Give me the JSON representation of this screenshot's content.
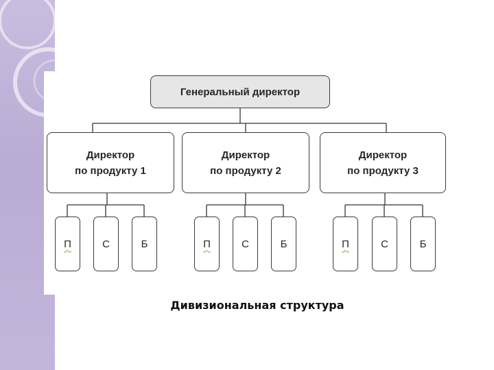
{
  "diagram": {
    "root": {
      "label": "Генеральный директор"
    },
    "directors": [
      {
        "label": "Директор\nпо продукту 1",
        "departments": [
          "П",
          "С",
          "Б"
        ]
      },
      {
        "label": "Директор\nпо продукту 2",
        "departments": [
          "П",
          "С",
          "Б"
        ]
      },
      {
        "label": "Директор\nпо продукту 3",
        "departments": [
          "П",
          "С",
          "Б"
        ]
      }
    ],
    "caption": "Дивизиональная структура"
  },
  "colors": {
    "band": "#c3b6dc",
    "box_border": "#3a3a3a",
    "root_fill": "#e6e6e6",
    "connector": "#333333"
  }
}
